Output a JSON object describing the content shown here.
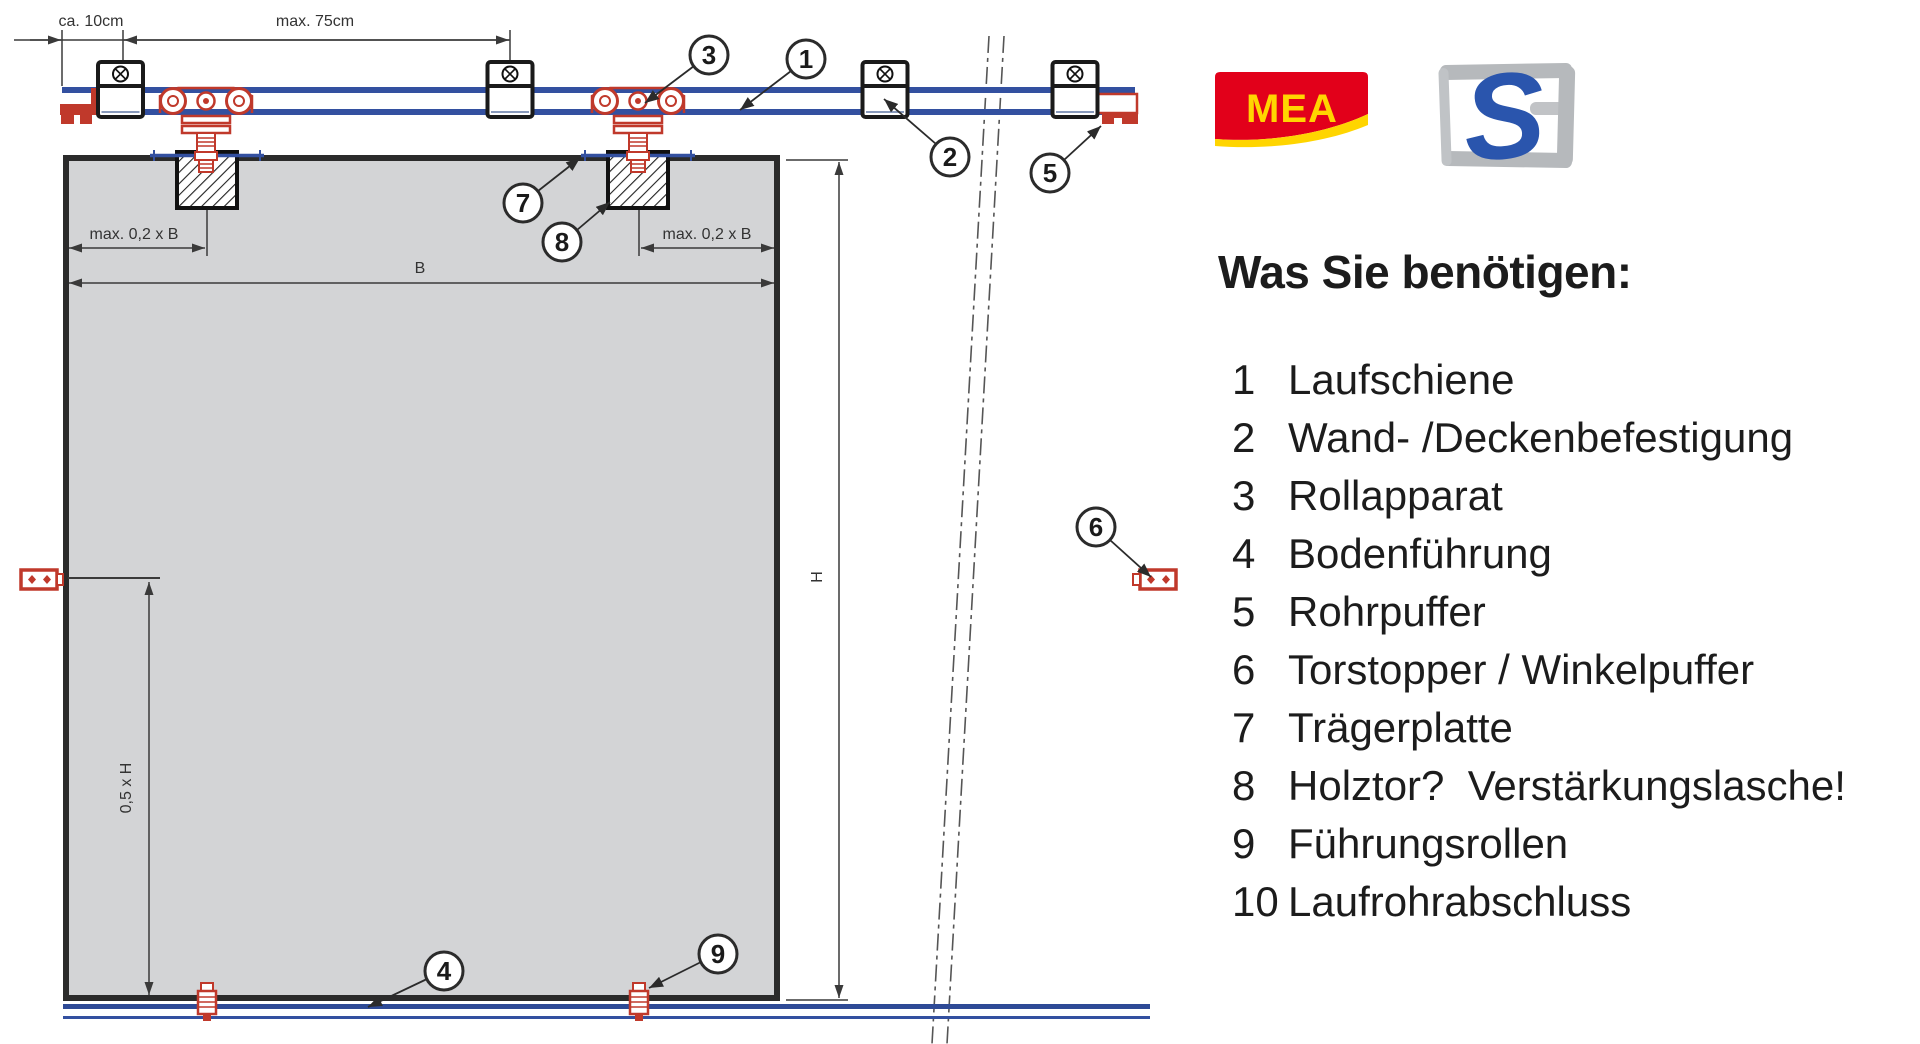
{
  "drawing": {
    "dims": {
      "ca10": "ca. 10cm",
      "max75": "max. 75cm",
      "b02_left": "max. 0,2 x B",
      "b02_right": "max. 0,2 x B",
      "b": "B",
      "h": "H",
      "h05": "0,5 x H"
    },
    "callout_labels": [
      "1",
      "2",
      "3",
      "4",
      "5",
      "6",
      "7",
      "8",
      "9"
    ]
  },
  "logos": {
    "mea_text": "MEA",
    "s_letter": "S"
  },
  "panel": {
    "title": "Was Sie benötigen:"
  },
  "parts": {
    "items": [
      {
        "num": "1",
        "label": "Laufschiene"
      },
      {
        "num": "2",
        "label": "Wand- /Deckenbefestigung"
      },
      {
        "num": "3",
        "label": "Rollapparat"
      },
      {
        "num": "4",
        "label": "Bodenführung"
      },
      {
        "num": "5",
        "label": "Rohrpuffer"
      },
      {
        "num": "6",
        "label": "Torstopper / Winkelpuffer"
      },
      {
        "num": "7",
        "label": "Trägerplatte"
      },
      {
        "num": "8",
        "label": "Holztor?  Verstärkungslasche!"
      },
      {
        "num": "9",
        "label": "Führungsrollen"
      },
      {
        "num": "10",
        "label": "Laufrohrabschluss"
      }
    ]
  },
  "colors": {
    "rail_blue": "#3350a0",
    "part_red": "#c0392b",
    "mea_red": "#e2001a",
    "mea_yellow": "#ffd500",
    "s_blue": "#2a55ad",
    "line_dark": "#2b2b2b"
  }
}
